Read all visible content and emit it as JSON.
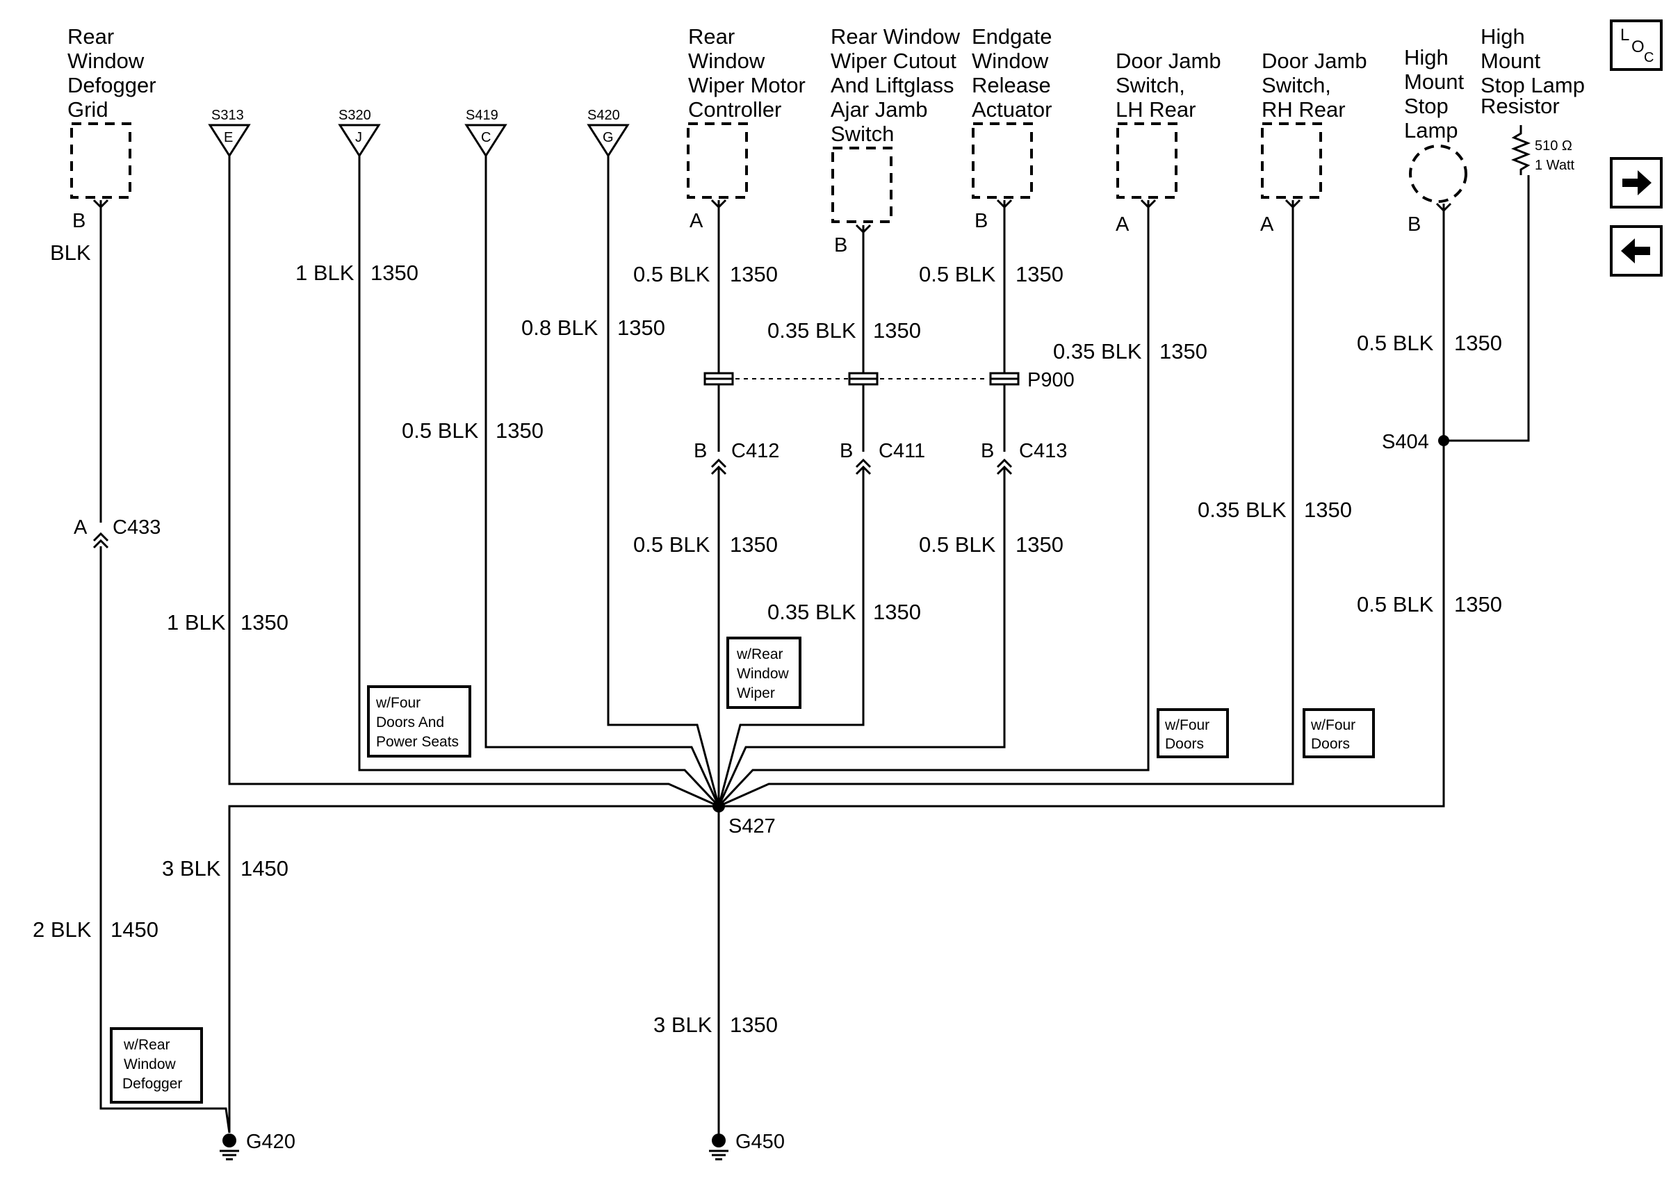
{
  "components": [
    {
      "id": "defogger",
      "label": [
        "Rear",
        "Window",
        "Defogger",
        "Grid"
      ],
      "pin": "B"
    },
    {
      "id": "wiper-motor",
      "label": [
        "Rear",
        "Window",
        "Wiper Motor",
        "Controller"
      ],
      "pin": "A"
    },
    {
      "id": "wiper-cutout",
      "label": [
        "Rear Window",
        "Wiper Cutout",
        "And Liftglass",
        "Ajar Jamb",
        "Switch"
      ],
      "pin": "B"
    },
    {
      "id": "endgate",
      "label": [
        "Endgate",
        "Window",
        "Release",
        "Actuator"
      ],
      "pin": "B"
    },
    {
      "id": "door-lh",
      "label": [
        "Door Jamb",
        "Switch,",
        "LH Rear"
      ],
      "pin": "A"
    },
    {
      "id": "door-rh",
      "label": [
        "Door Jamb",
        "Switch,",
        "RH Rear"
      ],
      "pin": "A"
    },
    {
      "id": "stop-lamp",
      "label": [
        "High",
        "Mount",
        "Stop",
        "Lamp"
      ],
      "pin": "B"
    },
    {
      "id": "stop-resistor",
      "label": [
        "High",
        "Mount",
        "Stop Lamp",
        "Resistor"
      ],
      "spec": [
        "510 Ω",
        "1 Watt"
      ]
    }
  ],
  "splice_refs": [
    {
      "name": "S313",
      "letter": "E"
    },
    {
      "name": "S320",
      "letter": "J"
    },
    {
      "name": "S419",
      "letter": "C"
    },
    {
      "name": "S420",
      "letter": "G"
    }
  ],
  "wires": [
    {
      "id": "w1",
      "size": "BLK",
      "circuit": ""
    },
    {
      "id": "w2",
      "size": "1 BLK",
      "circuit": "1350"
    },
    {
      "id": "w3",
      "size": "0.8 BLK",
      "circuit": "1350"
    },
    {
      "id": "w4",
      "size": "0.5 BLK",
      "circuit": "1350"
    },
    {
      "id": "w5",
      "size": "0.5 BLK",
      "circuit": "1350"
    },
    {
      "id": "w6",
      "size": "0.35 BLK",
      "circuit": "1350"
    },
    {
      "id": "w7",
      "size": "0.5 BLK",
      "circuit": "1350"
    },
    {
      "id": "w8",
      "size": "0.35 BLK",
      "circuit": "1350"
    },
    {
      "id": "w9",
      "size": "0.5 BLK",
      "circuit": "1350"
    },
    {
      "id": "w10",
      "size": "0.5 BLK",
      "circuit": "1350"
    },
    {
      "id": "w11",
      "size": "0.35 BLK",
      "circuit": "1350"
    },
    {
      "id": "w12",
      "size": "0.5 BLK",
      "circuit": "1350"
    },
    {
      "id": "w13",
      "size": "0.35 BLK",
      "circuit": "1350"
    },
    {
      "id": "w14",
      "size": "1 BLK",
      "circuit": "1350"
    },
    {
      "id": "w15",
      "size": "0.5 BLK",
      "circuit": "1350"
    },
    {
      "id": "w16",
      "size": "3 BLK",
      "circuit": "1450"
    },
    {
      "id": "w17",
      "size": "2 BLK",
      "circuit": "1450"
    },
    {
      "id": "w18",
      "size": "3 BLK",
      "circuit": "1350"
    }
  ],
  "connectors": {
    "c433": {
      "name": "C433",
      "pin": "A"
    },
    "c412": {
      "name": "C412",
      "pin": "B"
    },
    "c411": {
      "name": "C411",
      "pin": "B"
    },
    "c413": {
      "name": "C413",
      "pin": "B"
    },
    "p900": {
      "name": "P900"
    }
  },
  "splices": {
    "s427": "S427",
    "s404": "S404"
  },
  "grounds": {
    "g420": "G420",
    "g450": "G450"
  },
  "options": {
    "wiper": [
      "w/Rear",
      "Window",
      "Wiper"
    ],
    "four_doors_seats": [
      "w/Four",
      "Doors And",
      "Power Seats"
    ],
    "four_doors_lh": [
      "w/Four",
      "Doors"
    ],
    "four_doors_rh": [
      "w/Four",
      "Doors"
    ],
    "defogger": [
      "w/Rear",
      "Window",
      "Defogger"
    ]
  },
  "nav": {
    "loc": {
      "l": "L",
      "o": "O",
      "c": "C"
    },
    "icons": [
      "loc-icon",
      "arrow-right-icon",
      "arrow-left-icon"
    ]
  }
}
